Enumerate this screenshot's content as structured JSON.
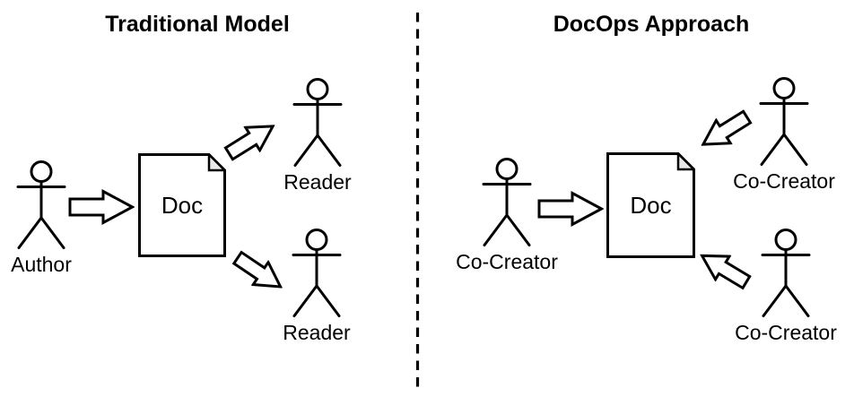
{
  "left_panel": {
    "title": "Traditional Model",
    "doc_label": "Doc",
    "author_label": "Author",
    "reader_top_label": "Reader",
    "reader_bottom_label": "Reader"
  },
  "right_panel": {
    "title": "DocOps Approach",
    "doc_label": "Doc",
    "cocreator_left_label": "Co-Creator",
    "cocreator_top_label": "Co-Creator",
    "cocreator_bottom_label": "Co-Creator"
  },
  "colors": {
    "ink": "#000000",
    "fold_fill": "#e9e9e9",
    "background": "#ffffff"
  }
}
